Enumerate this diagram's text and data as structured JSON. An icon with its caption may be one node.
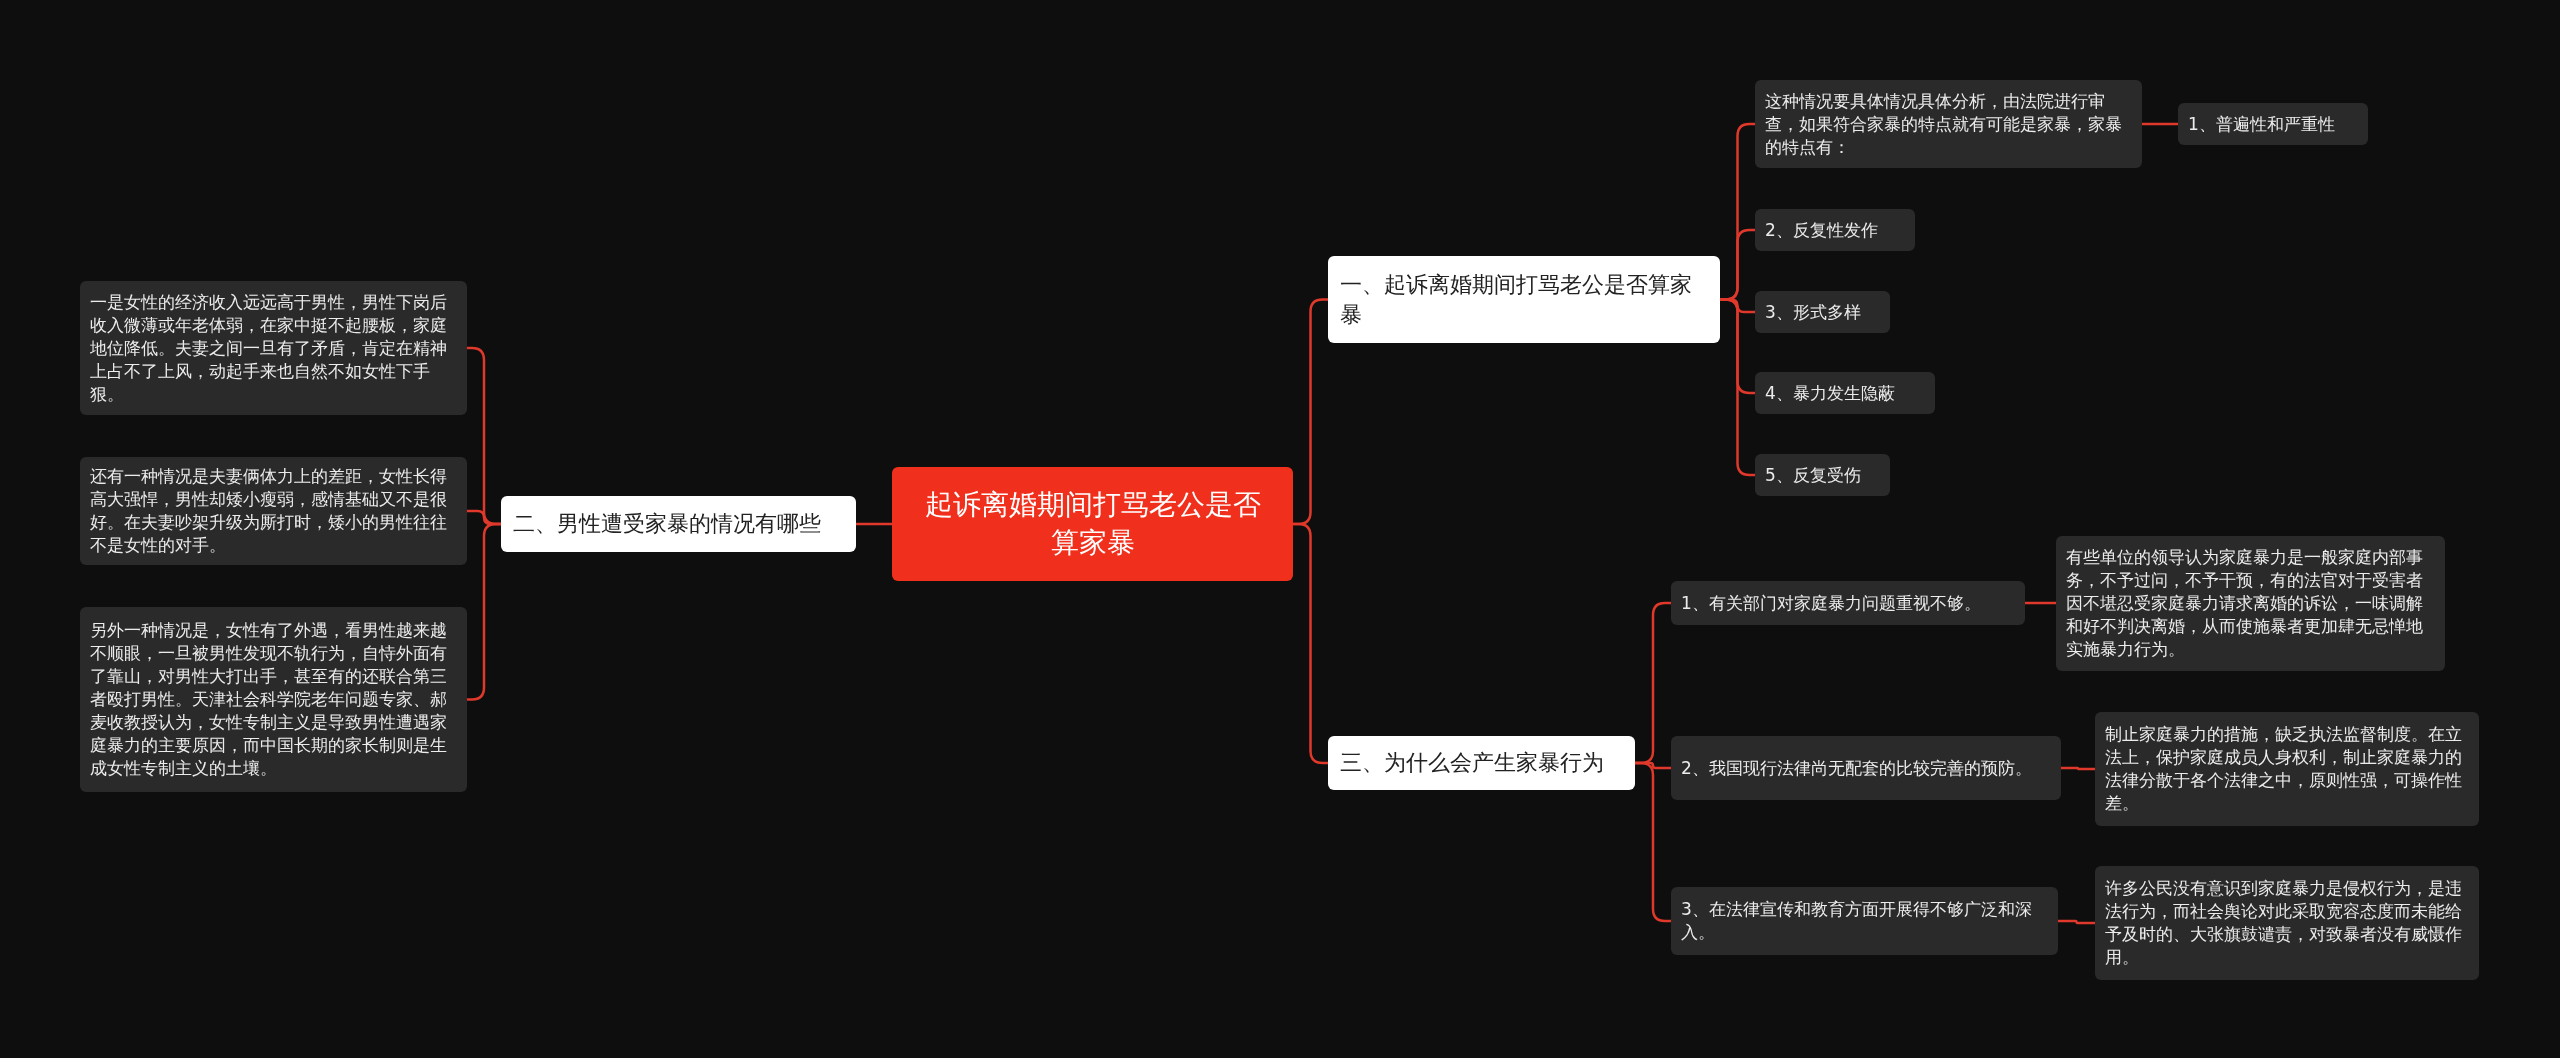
{
  "diagram": {
    "nodes": [
      {
        "text": [
          "起诉离婚期间打骂老公是否算家暴"
        ]
      },
      {
        "text": [
          "一、起诉离婚期间打骂老公是否算家暴"
        ]
      },
      {
        "text": [
          "这种情况要具体情况具体分析，由法院进行审查，如果符合家暴的特点就有可能是家暴，家暴的特点有："
        ]
      },
      {
        "text": [
          "1、普遍性和严重性"
        ]
      },
      {
        "text": [
          "2、反复性发作"
        ]
      },
      {
        "text": [
          "3、形式多样"
        ]
      },
      {
        "text": [
          "4、暴力发生隐蔽"
        ]
      },
      {
        "text": [
          "5、反复受伤"
        ]
      },
      {
        "text": [
          "二、男性遭受家暴的情况有哪些"
        ]
      },
      {
        "text": [
          "一是女性的经济收入远远高于男性，男性下岗后收入微薄或年老体弱，在家中挺不起腰板，家庭地位降低。夫妻之间一旦有了矛盾，肯定在精神上占不了上风，动起手来也自然不如女性下手狠。"
        ]
      },
      {
        "text": [
          "还有一种情况是夫妻俩体力上的差距，女性长得高大强悍，男性却矮小瘦弱，感情基础又不是很好。在夫妻吵架升级为厮打时，矮小的男性往往不是女性的对手。"
        ]
      },
      {
        "text": [
          "另外一种情况是，女性有了外遇，看男性越来越不顺眼，一旦被男性发现不轨行为，自恃外面有了靠山，对男性大打出手，甚至有的还联合第三者殴打男性。天津社会科学院老年问题专家、郝麦收教授认为，女性专制主义是导致男性遭遇家庭暴力的主要原因，而中国长期的家长制则是生成女性专制主义的土壤。"
        ]
      },
      {
        "text": [
          "三、为什么会产生家暴行为"
        ]
      },
      {
        "text": [
          "1、有关部门对家庭暴力问题重视不够。"
        ]
      },
      {
        "text": [
          "有些单位的领导认为家庭暴力是一般家庭内部事务，不予过问，不予干预，有的法官对于受害者因不堪忍受家庭暴力请求离婚的诉讼，一味调解和好不判决离婚，从而使施暴者更加肆无忌惮地实施暴力行为。"
        ]
      },
      {
        "text": [
          "2、我国现行法律尚无配套的比较完善的预防。"
        ]
      },
      {
        "text": [
          "制止家庭暴力的措施，缺乏执法监督制度。在立法上，保护家庭成员人身权利，制止家庭暴力的法律分散于各个法律之中，原则性强，可操作性差。"
        ]
      },
      {
        "text": [
          "3、在法律宣传和教育方面开展得不够广泛和深入。"
        ]
      },
      {
        "text": [
          "许多公民没有意识到家庭暴力是侵权行为，是违法行为，而社会舆论对此采取宽容态度而未能给予及时的、大张旗鼓谴责，对致暴者没有威慑作用。"
        ]
      }
    ],
    "edges": [
      {
        "from": 0,
        "to": 1,
        "arrow": "none"
      },
      {
        "from": 1,
        "to": 2,
        "arrow": "none"
      },
      {
        "from": 2,
        "to": 3,
        "arrow": "none"
      },
      {
        "from": 1,
        "to": 4,
        "arrow": "none"
      },
      {
        "from": 1,
        "to": 5,
        "arrow": "none"
      },
      {
        "from": 1,
        "to": 6,
        "arrow": "none"
      },
      {
        "from": 1,
        "to": 7,
        "arrow": "none"
      },
      {
        "from": 0,
        "to": 8,
        "arrow": "none"
      },
      {
        "from": 8,
        "to": 9,
        "arrow": "none"
      },
      {
        "from": 8,
        "to": 10,
        "arrow": "none"
      },
      {
        "from": 8,
        "to": 11,
        "arrow": "none"
      },
      {
        "from": 0,
        "to": 12,
        "arrow": "none"
      },
      {
        "from": 12,
        "to": 13,
        "arrow": "none"
      },
      {
        "from": 13,
        "to": 14,
        "arrow": "none"
      },
      {
        "from": 12,
        "to": 15,
        "arrow": "none"
      },
      {
        "from": 15,
        "to": 16,
        "arrow": "none"
      },
      {
        "from": 12,
        "to": 17,
        "arrow": "none"
      },
      {
        "from": 17,
        "to": 18,
        "arrow": "none"
      }
    ]
  }
}
